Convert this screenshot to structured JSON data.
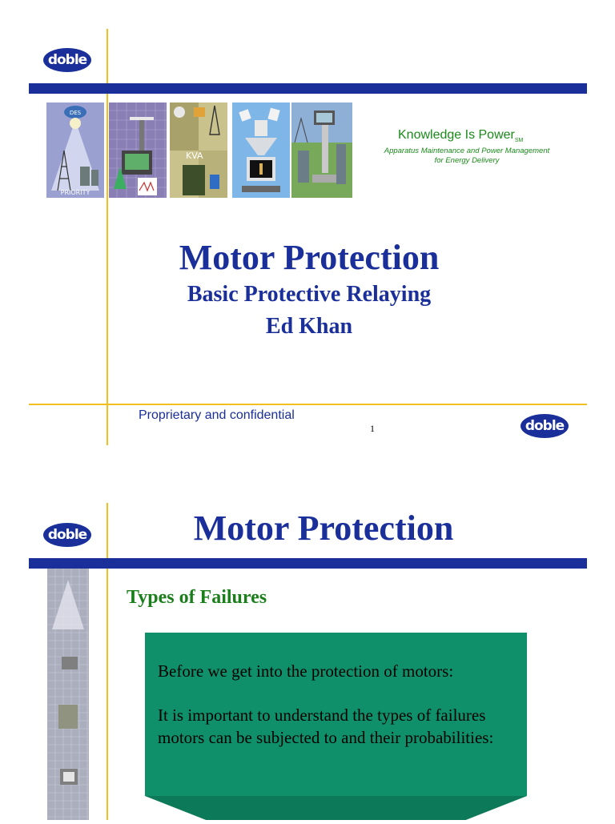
{
  "brand": {
    "logo_text": "doble"
  },
  "slide1": {
    "tagline": "Knowledge Is Power",
    "tagline_mark": "SM",
    "subtagline_line1": "Apparatus Maintenance and Power Management",
    "subtagline_line2": "for Energy Delivery",
    "title": "Motor Protection",
    "subtitle": "Basic Protective Relaying",
    "author": "Ed Khan",
    "footer": "Proprietary and confidential",
    "page_number": "1",
    "panels": {
      "des_label": "DES",
      "priority_label": "PRIORITY",
      "kva_label": "KVA"
    }
  },
  "slide2": {
    "title": "Motor Protection",
    "heading": "Types of Failures",
    "box_line1": "Before we get into the protection of motors:",
    "box_line2": "It is important to understand the types of failures motors can be subjected to and their probabilities:"
  },
  "colors": {
    "navy": "#1a2f9a",
    "gold": "#f2c01e",
    "green_text": "#1a7f1a",
    "box_green": "#10906a"
  }
}
